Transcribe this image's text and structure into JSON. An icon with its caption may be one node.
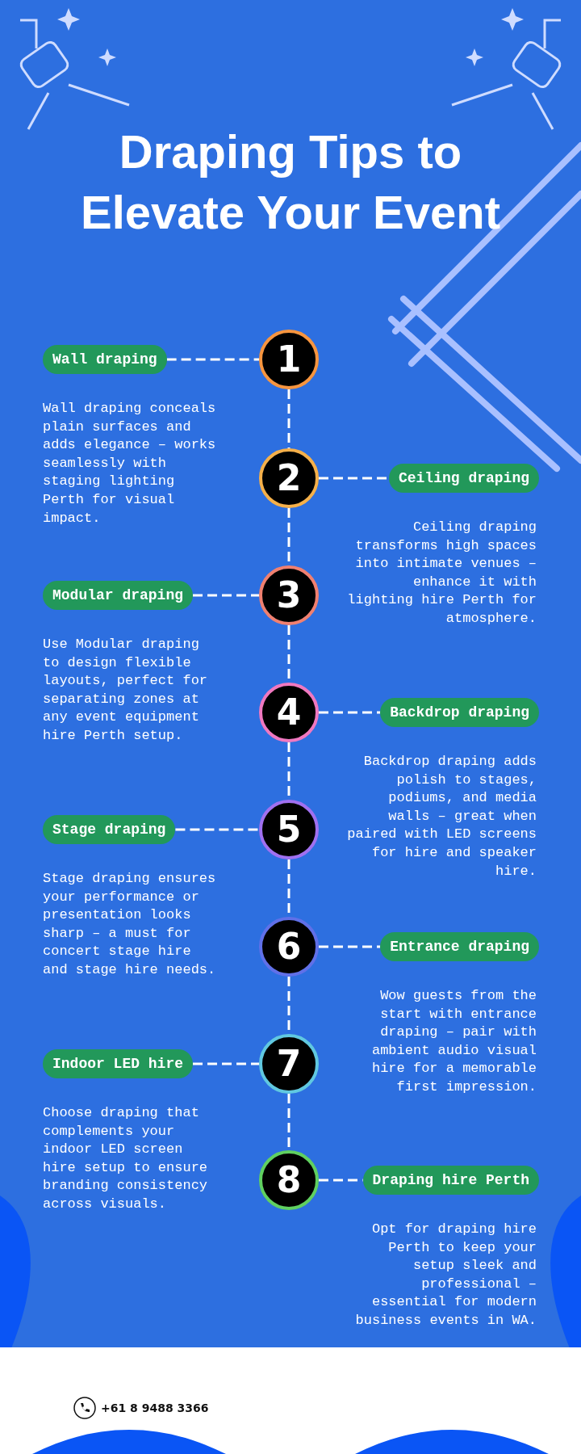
{
  "diagram": {
    "title": "Draping Tips to Elevate Your Event",
    "nodes": [
      {
        "text": [
          "Wall draping"
        ],
        "beside": [
          "Wall draping conceals plain surfaces and adds elegance – works seamlessly with staging lighting Perth for visual impact."
        ]
      },
      {
        "text": [
          "1"
        ]
      },
      {
        "text": [
          "Ceiling draping"
        ],
        "beside": [
          "Ceiling draping transforms high spaces into intimate venues – enhance it with lighting hire Perth for atmosphere."
        ]
      },
      {
        "text": [
          "2"
        ]
      },
      {
        "text": [
          "Modular draping"
        ],
        "beside": [
          "Use Modular draping to design flexible layouts, perfect for separating zones at any event equipment hire Perth setup."
        ]
      },
      {
        "text": [
          "3"
        ]
      },
      {
        "text": [
          "Backdrop draping"
        ],
        "beside": [
          "Backdrop draping adds polish to stages, podiums, and media walls – great when paired with LED screens for hire and speaker hire."
        ]
      },
      {
        "text": [
          "4"
        ]
      },
      {
        "text": [
          "Stage draping"
        ],
        "beside": [
          "Stage draping ensures your performance or presentation looks sharp – a must for concert stage hire and stage hire needs."
        ]
      },
      {
        "text": [
          "5"
        ]
      },
      {
        "text": [
          "Entrance draping"
        ],
        "beside": [
          "Wow guests from the start with entrance draping – pair with ambient audio visual hire for a memorable first impression."
        ]
      },
      {
        "text": [
          "6"
        ]
      },
      {
        "text": [
          "Indoor LED hire"
        ],
        "beside": [
          "Choose draping that complements your indoor LED screen hire setup to ensure branding consistency across visuals."
        ]
      },
      {
        "text": [
          "7"
        ]
      },
      {
        "text": [
          "Draping hire Perth"
        ],
        "beside": [
          "Opt for draping hire Perth to keep your setup sleek and professional – essential for modern business events in WA."
        ]
      },
      {
        "text": [
          "8"
        ]
      }
    ],
    "edges": [
      {
        "from": 0,
        "to": 1,
        "arrow": "none",
        "style": "dashed"
      },
      {
        "from": 1,
        "to": 3,
        "arrow": "none",
        "style": "dashed"
      },
      {
        "from": 3,
        "to": 2,
        "arrow": "none",
        "style": "dashed"
      },
      {
        "from": 3,
        "to": 5,
        "arrow": "none",
        "style": "dashed"
      },
      {
        "from": 4,
        "to": 5,
        "arrow": "none",
        "style": "dashed"
      },
      {
        "from": 5,
        "to": 7,
        "arrow": "none",
        "style": "dashed"
      },
      {
        "from": 7,
        "to": 6,
        "arrow": "none",
        "style": "dashed"
      },
      {
        "from": 7,
        "to": 9,
        "arrow": "none",
        "style": "dashed"
      },
      {
        "from": 8,
        "to": 9,
        "arrow": "none",
        "style": "dashed"
      },
      {
        "from": 9,
        "to": 11,
        "arrow": "none",
        "style": "dashed"
      },
      {
        "from": 11,
        "to": 10,
        "arrow": "none",
        "style": "dashed"
      },
      {
        "from": 11,
        "to": 13,
        "arrow": "none",
        "style": "dashed"
      },
      {
        "from": 12,
        "to": 13,
        "arrow": "none",
        "style": "dashed"
      },
      {
        "from": 13,
        "to": 15,
        "arrow": "none",
        "style": "dashed"
      },
      {
        "from": 15,
        "to": 14,
        "arrow": "none",
        "style": "dashed"
      }
    ],
    "labels": [
      "+61 8 9488 3366"
    ]
  }
}
